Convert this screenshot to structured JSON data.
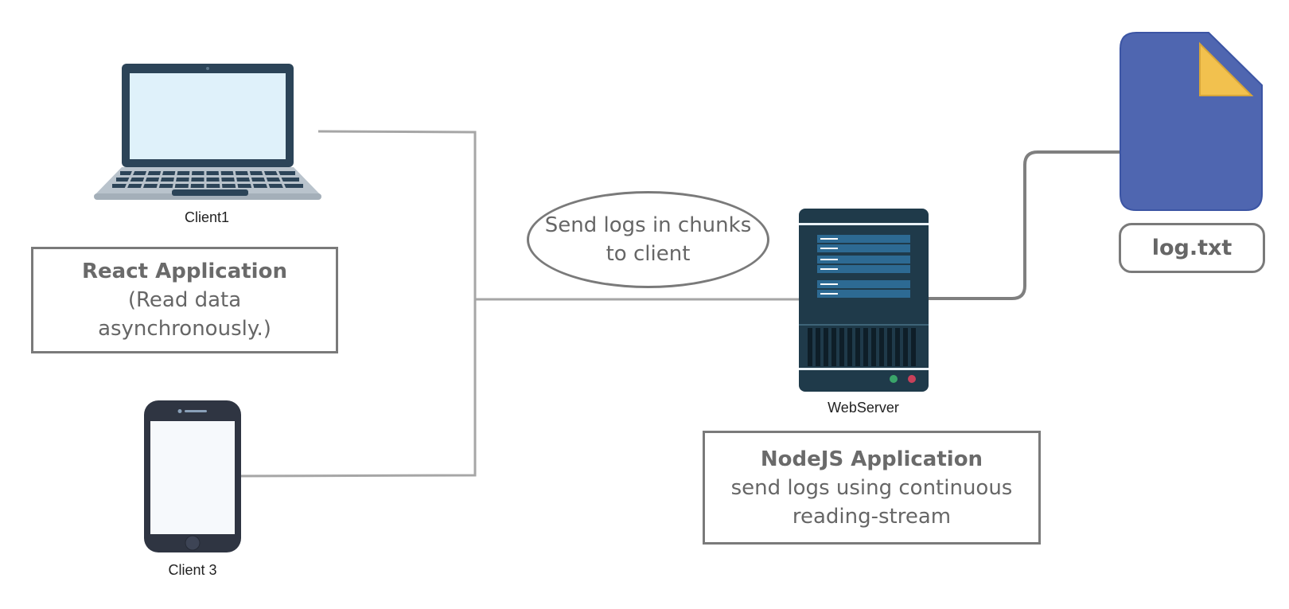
{
  "diagram": {
    "nodes": {
      "client1": {
        "caption": "Client1",
        "icon": "laptop-icon"
      },
      "client3": {
        "caption": "Client 3",
        "icon": "smartphone-icon"
      },
      "webserver": {
        "caption": "WebServer",
        "icon": "server-icon"
      },
      "logfile": {
        "label": "log.txt",
        "icon": "document-icon"
      }
    },
    "react_box": {
      "title": "React Application",
      "line1": "(Read data",
      "line2": "asynchronously.)"
    },
    "node_box": {
      "title": "NodeJS Application",
      "line1": "send logs using continuous",
      "line2": "reading-stream"
    },
    "bubble": {
      "line1": "Send logs in chunks",
      "line2": "to client"
    },
    "colors": {
      "connector": "#a6a6a6",
      "server_connector": "#7f7f7f",
      "file_blue": "#4f66b0",
      "file_fold": "#f2c14e",
      "server_dark": "#1f3a4a",
      "laptop_screen": "#dff1fa"
    }
  }
}
